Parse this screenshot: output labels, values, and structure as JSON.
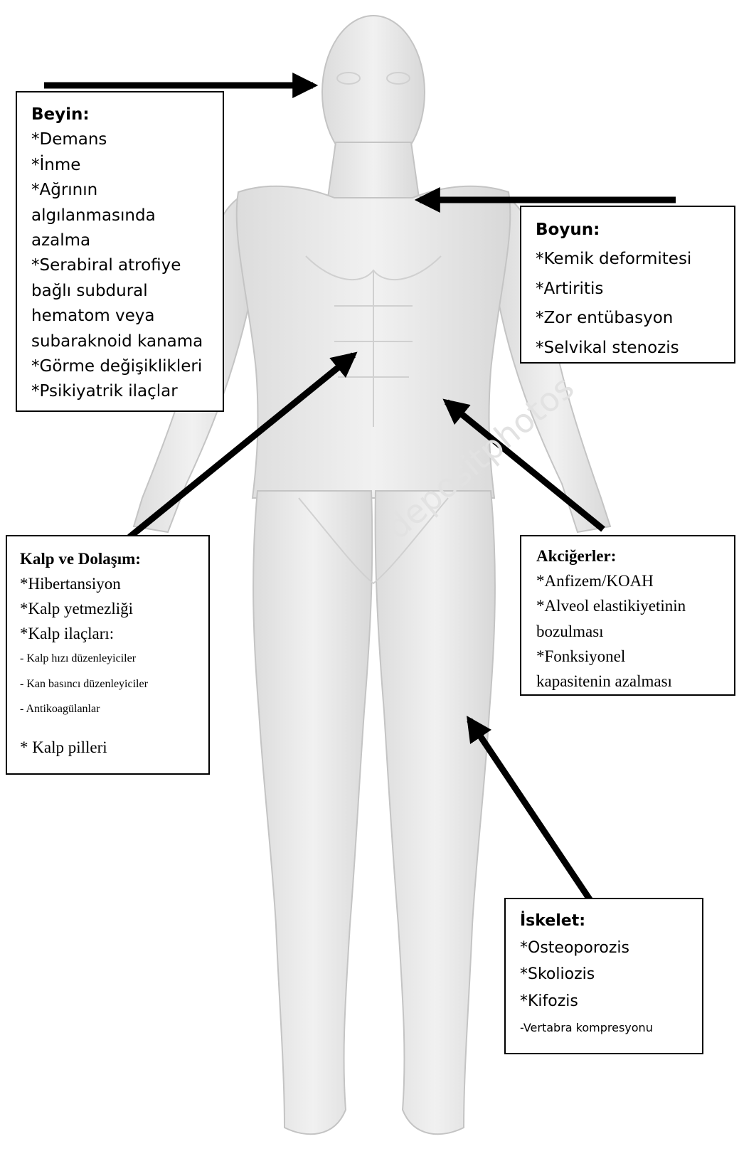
{
  "brain": {
    "title": "Beyin:",
    "items": [
      "*Demans",
      "*İnme",
      "*Ağrının",
      "algılanmasında",
      "azalma",
      "*Serabiral atrofiye",
      "bağlı subdural",
      "hematom veya",
      "subaraknoid kanama",
      "*Görme değişiklikleri",
      "*Psikiyatrik ilaçlar"
    ]
  },
  "neck": {
    "title": "Boyun:",
    "items": [
      "*Kemik deformitesi",
      "*Artiritis",
      "*Zor entübasyon",
      "*Selvikal stenozis"
    ]
  },
  "heart": {
    "title": "Kalp ve Dolaşım:",
    "items": [
      "*Hibertansiyon",
      "*Kalp yetmezliği",
      "*Kalp ilaçları:"
    ],
    "subitems": [
      "- Kalp hızı düzenleyiciler",
      "- Kan basıncı düzenleyiciler",
      "- Antikoagülanlar"
    ],
    "extra": "* Kalp pilleri"
  },
  "lungs": {
    "title": "Akciğerler:",
    "items": [
      "*Anfizem/KOAH",
      "*Alveol elastikiyetinin",
      "bozulması",
      "*Fonksiyonel",
      "kapasitenin azalması"
    ]
  },
  "skeleton": {
    "title": "İskelet:",
    "items": [
      "*Osteoporozis",
      "*Skoliozis",
      "*Kifozis"
    ],
    "subitem": "-Vertabra kompresyonu"
  },
  "watermark": "depositphotos",
  "colors": {
    "body": "#ececec",
    "body_shade": "#cfcfcf",
    "arrow": "#000000",
    "box_border": "#000000"
  }
}
